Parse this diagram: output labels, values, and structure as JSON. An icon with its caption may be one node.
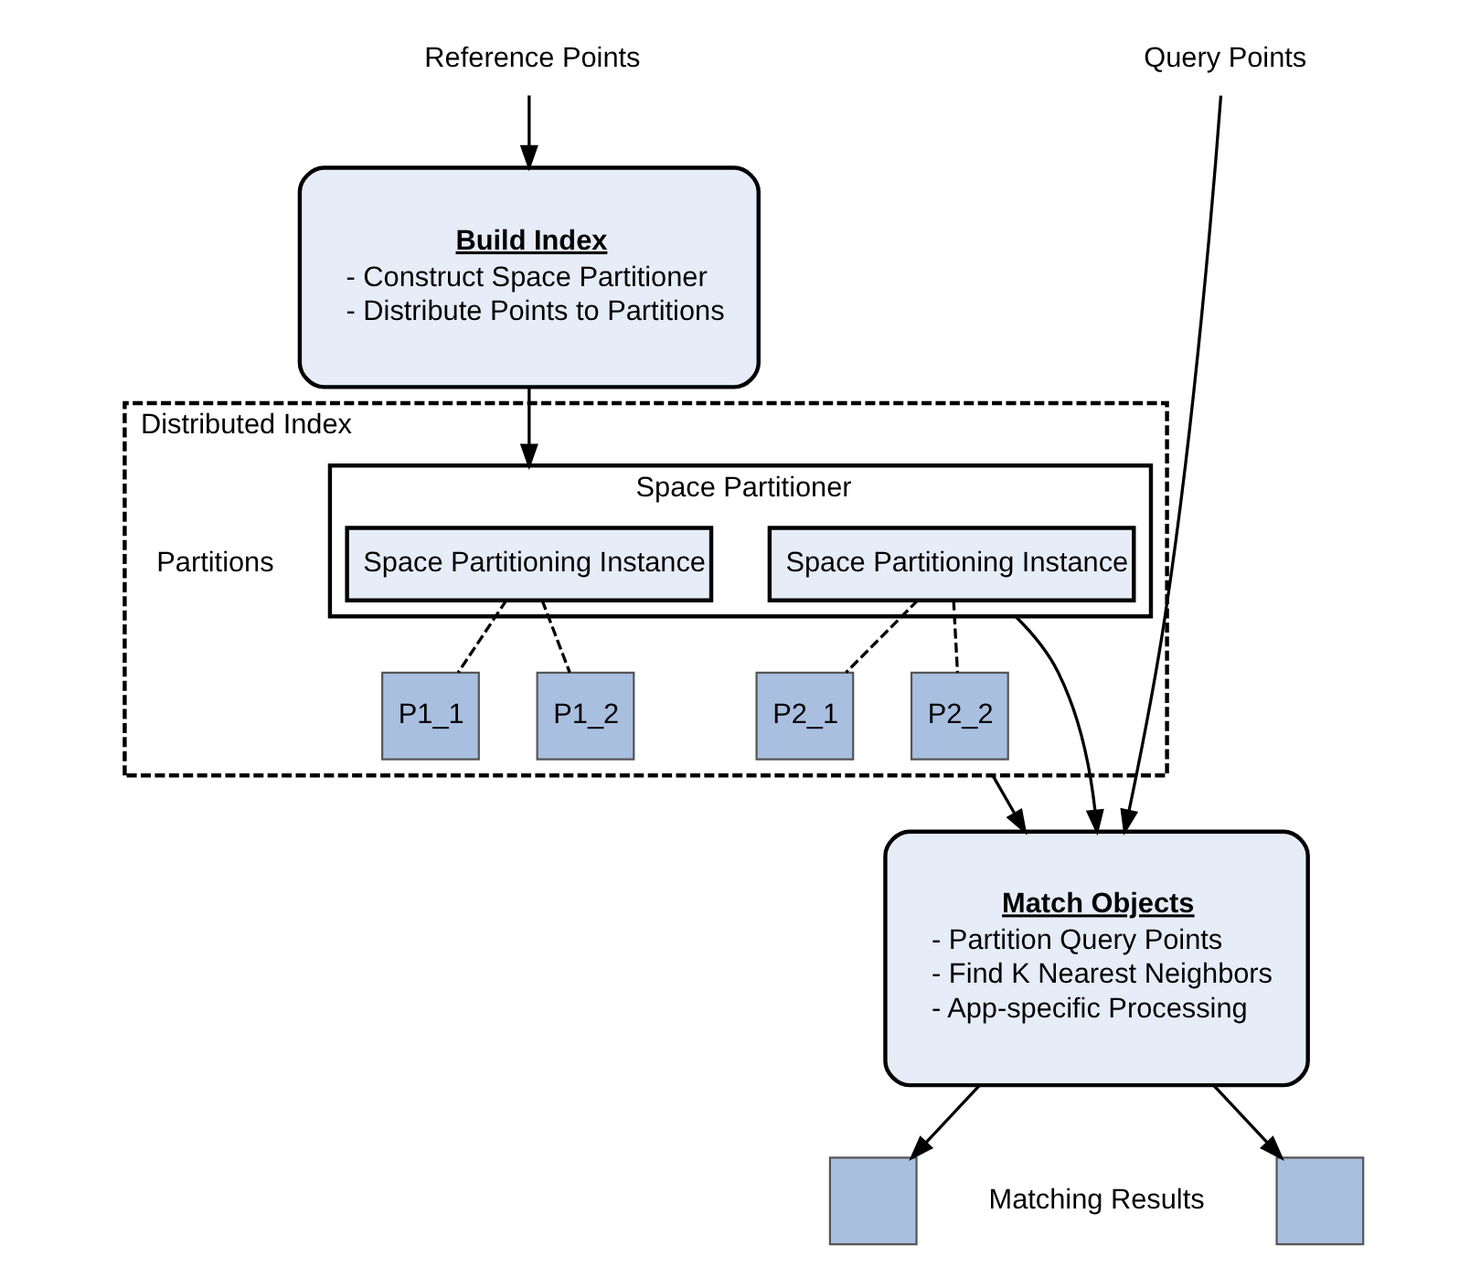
{
  "diagram": {
    "nodes": [
      {
        "text": [
          "Reference Points"
        ]
      },
      {
        "text": [
          "Build Index",
          "- Construct Space Partitioner",
          "- Distribute Points to Partitions"
        ]
      },
      {
        "text": [
          "Query Points"
        ]
      },
      {
        "text": [
          "Distributed Index"
        ]
      },
      {
        "text": [
          "Space Partitioner"
        ],
        "in": 3
      },
      {
        "text": [
          "Space Partitioning Instance"
        ],
        "in": 4
      },
      {
        "text": [
          "Space Partitioning Instance"
        ],
        "in": 4
      },
      {
        "text": [
          "P1_1"
        ],
        "in": 3
      },
      {
        "text": [
          "P1_2"
        ],
        "in": 3
      },
      {
        "text": [
          "P2_1"
        ],
        "in": 3
      },
      {
        "text": [
          "P2_2"
        ],
        "in": 3
      },
      {
        "text": [
          "Match Objects",
          "- Partition Query Points",
          "- Find K Nearest Neighbors",
          "- App-specific Processing"
        ]
      },
      {
        "text": [],
        "shape": "box"
      },
      {
        "text": [],
        "shape": "box"
      }
    ],
    "edges": [
      {
        "from": 0,
        "to": 1,
        "arrow": "to"
      },
      {
        "from": 1,
        "to": 4,
        "arrow": "to"
      },
      {
        "from": 2,
        "to": 11,
        "arrow": "to"
      },
      {
        "from": 4,
        "to": 11,
        "arrow": "to"
      },
      {
        "from": 3,
        "to": 11,
        "arrow": "to"
      },
      {
        "from": 5,
        "to": 7,
        "arrow": "none",
        "style": "dashed"
      },
      {
        "from": 5,
        "to": 8,
        "arrow": "none",
        "style": "dashed"
      },
      {
        "from": 6,
        "to": 9,
        "arrow": "none",
        "style": "dashed"
      },
      {
        "from": 6,
        "to": 10,
        "arrow": "none",
        "style": "dashed"
      },
      {
        "from": 11,
        "to": 12,
        "arrow": "to"
      },
      {
        "from": 11,
        "to": 13,
        "arrow": "to"
      }
    ],
    "labels": [
      "Partitions",
      "Matching Results"
    ]
  }
}
